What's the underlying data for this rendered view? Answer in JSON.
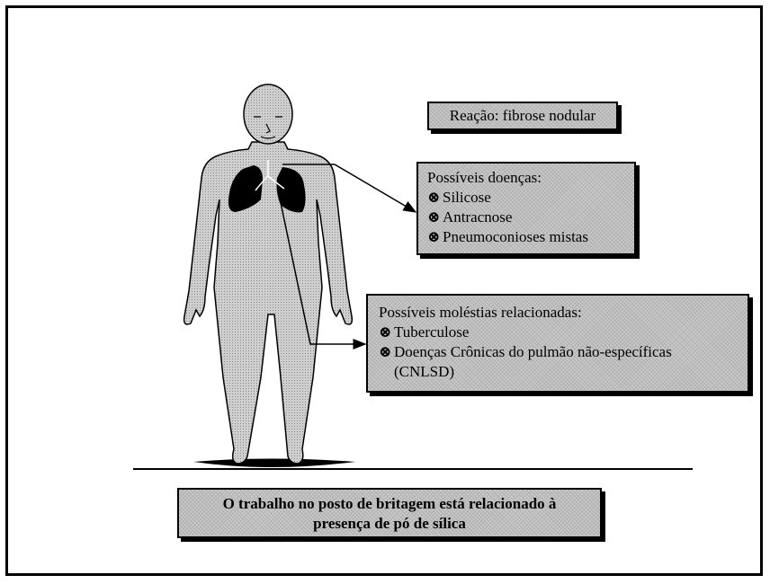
{
  "boxes": {
    "reaction": {
      "text": "Reação: fibrose nodular"
    },
    "diseases": {
      "title": "Possíveis doenças:",
      "items": [
        "Silicose",
        "Antracnose",
        "Pneumoconioses mistas"
      ]
    },
    "related": {
      "title": "Possíveis moléstias relacionadas:",
      "items": [
        "Tuberculose",
        "Doenças Crônicas do pulmão não-específicas"
      ],
      "continuation": "(CNLSD)"
    },
    "footer": {
      "line1": "O trabalho no posto de britagem está relacionado à",
      "line2": "presença de pó de sílica"
    }
  },
  "icons": {
    "bullet": "circled-times-icon",
    "figure": "human-body-icon",
    "lungs": "lungs-icon"
  }
}
